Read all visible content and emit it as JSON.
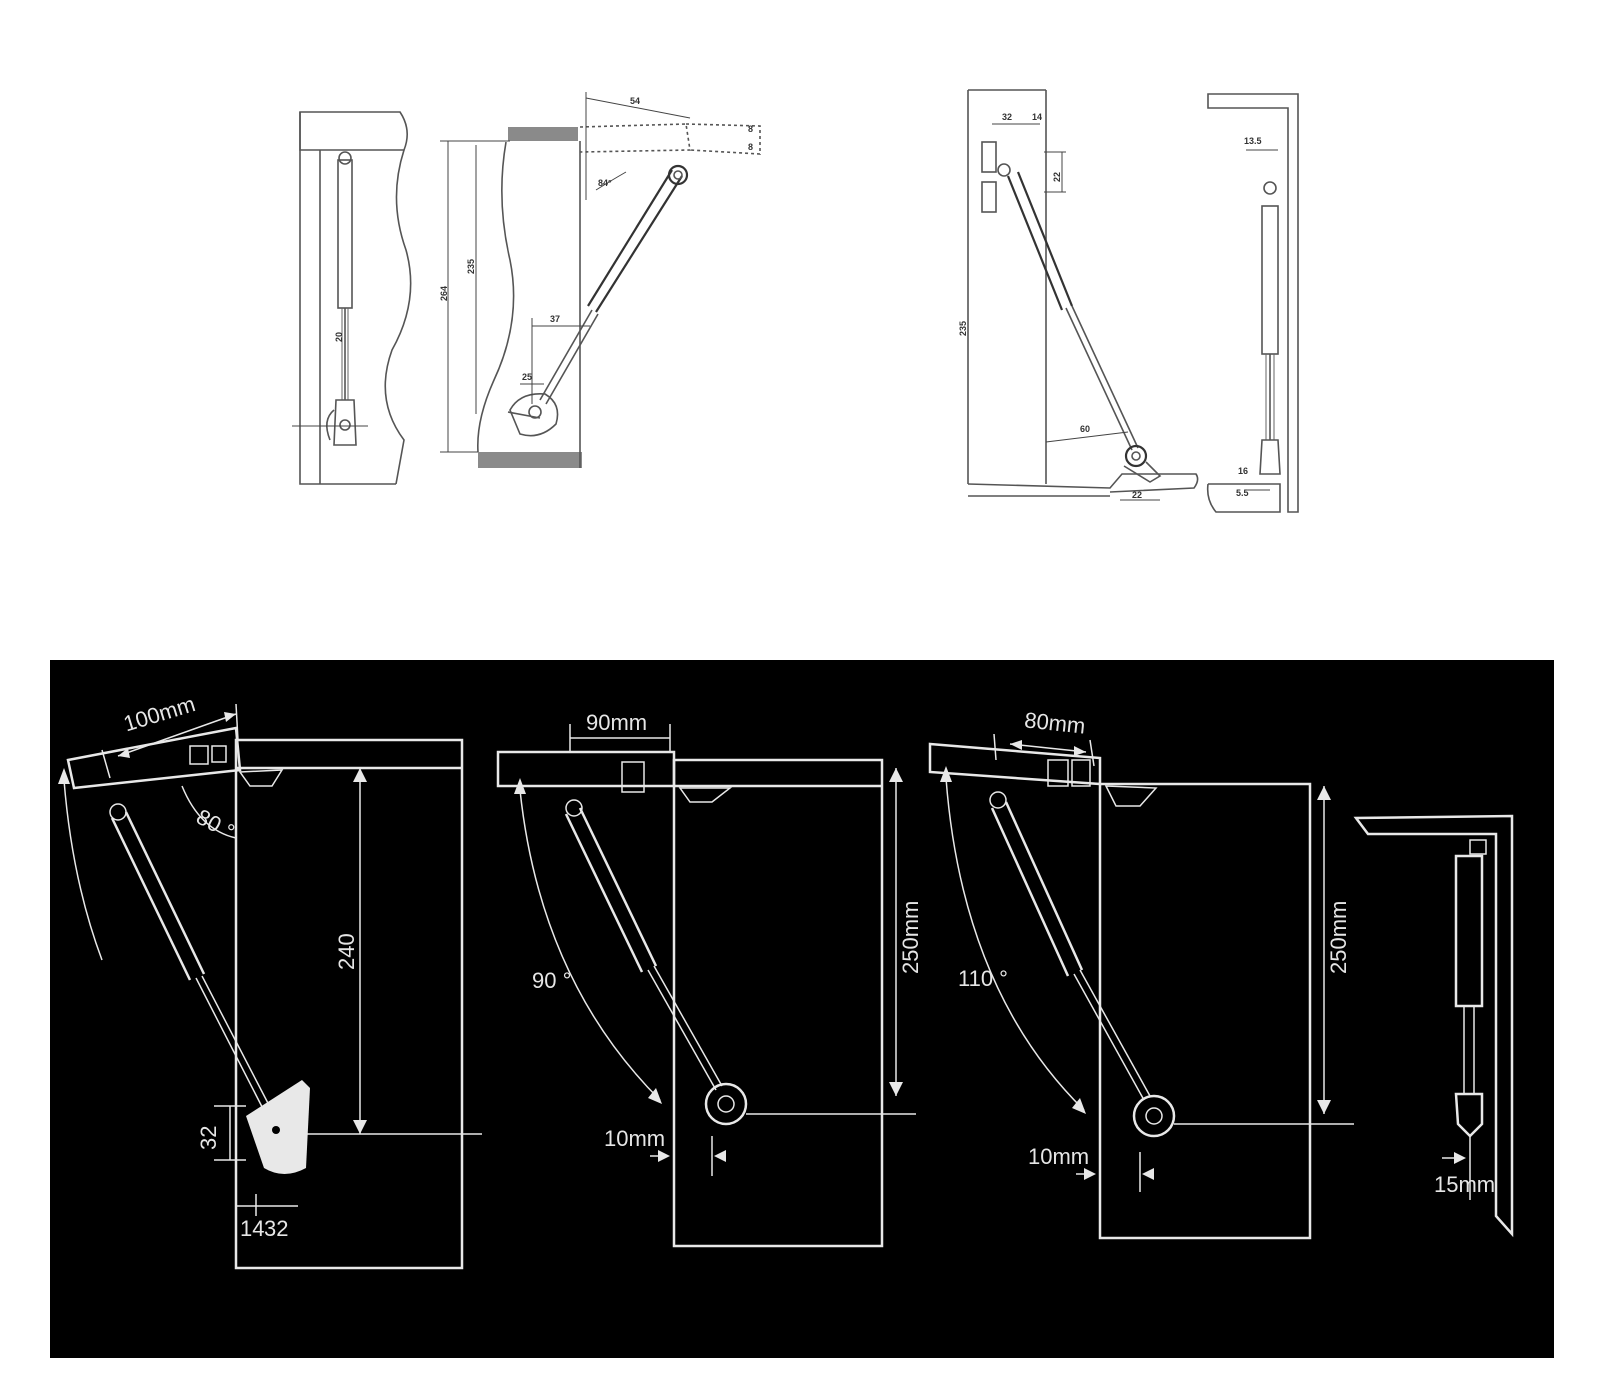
{
  "top_diagrams": {
    "left_pair": {
      "dim_54": "54",
      "dim_8_top": "8",
      "dim_8_right": "8",
      "angle_84": "84°",
      "dim_264": "264",
      "dim_235": "235",
      "dim_37": "37",
      "dim_25": "25",
      "dim_small_rod": "20"
    },
    "right_pair": {
      "dim_32": "32",
      "dim_14": "14",
      "dim_22": "22",
      "dim_235": "235",
      "dim_60": "60",
      "dim_22_bottom": "22",
      "dim_13_5": "13.5",
      "dim_16": "16",
      "dim_5_5": "5.5"
    }
  },
  "bottom_diagrams": {
    "d1": {
      "width": "100mm",
      "angle": "80 °",
      "height": "240",
      "dim_32": "32",
      "dim_14": "14",
      "dim_32b": "32"
    },
    "d2": {
      "width": "90mm",
      "angle": "90 °",
      "height": "250mm",
      "offset": "10mm"
    },
    "d3": {
      "width": "80mm",
      "angle": "110 °",
      "height": "250mm",
      "offset": "10mm"
    },
    "d4": {
      "offset": "15mm"
    }
  },
  "colors": {
    "top_background": "#ffffff",
    "bottom_background": "#000000",
    "line_light": "#e8e8e8",
    "line_dark": "#555555"
  }
}
